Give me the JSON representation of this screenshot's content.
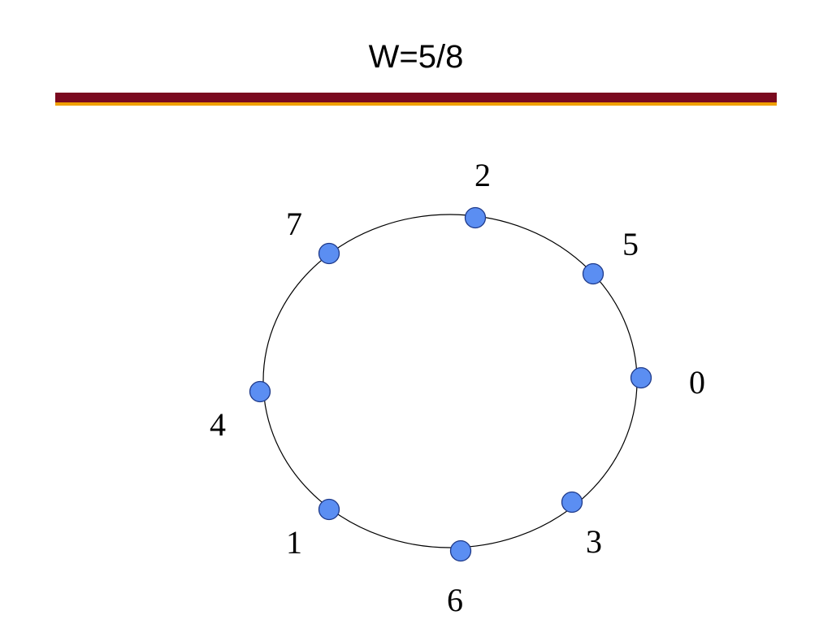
{
  "title": "W=5/8",
  "colors": {
    "rule_dark": "#7a0a1f",
    "rule_light": "#f0a000",
    "node_fill": "#5b8ef2",
    "node_stroke": "#1f3a8a",
    "ring_stroke": "#000000"
  },
  "nodes": [
    {
      "label": "0"
    },
    {
      "label": "5"
    },
    {
      "label": "2"
    },
    {
      "label": "7"
    },
    {
      "label": "4"
    },
    {
      "label": "1"
    },
    {
      "label": "6"
    },
    {
      "label": "3"
    }
  ]
}
